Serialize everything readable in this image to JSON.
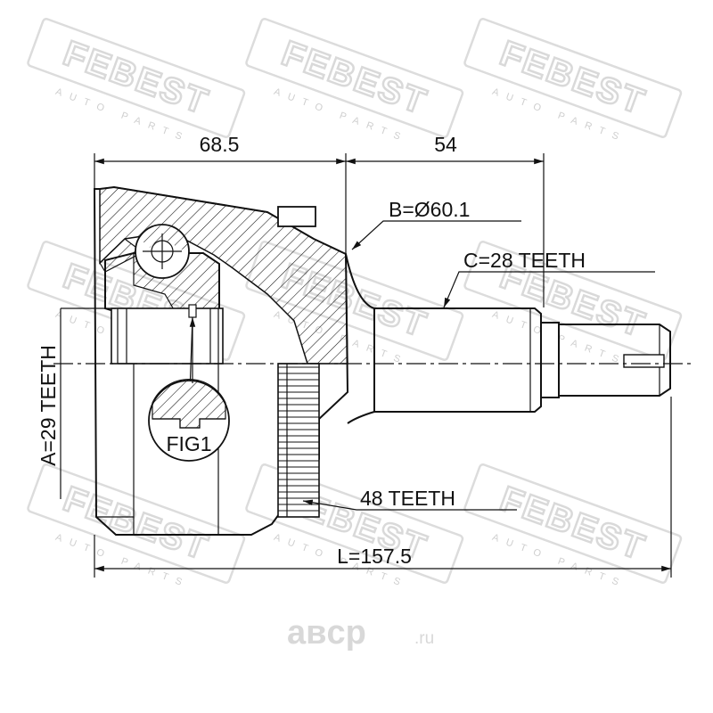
{
  "watermark": {
    "brand": "FEBEST",
    "tagline": "AUTO PARTS"
  },
  "site": {
    "name": "aвcp",
    "tld": ".ru"
  },
  "dimensions": {
    "outer_length": "68.5",
    "stub_length": "54",
    "bearing_diameter": "B=Ø60.1",
    "shaft_spline": "C=28 TEETH",
    "inner_spline": "A=29 TEETH",
    "abs_ring": "48 TEETH",
    "total_length": "L=157.5"
  },
  "figure_label": "FIG1",
  "colors": {
    "line": "#111111",
    "watermark": "#d9d9d9"
  }
}
